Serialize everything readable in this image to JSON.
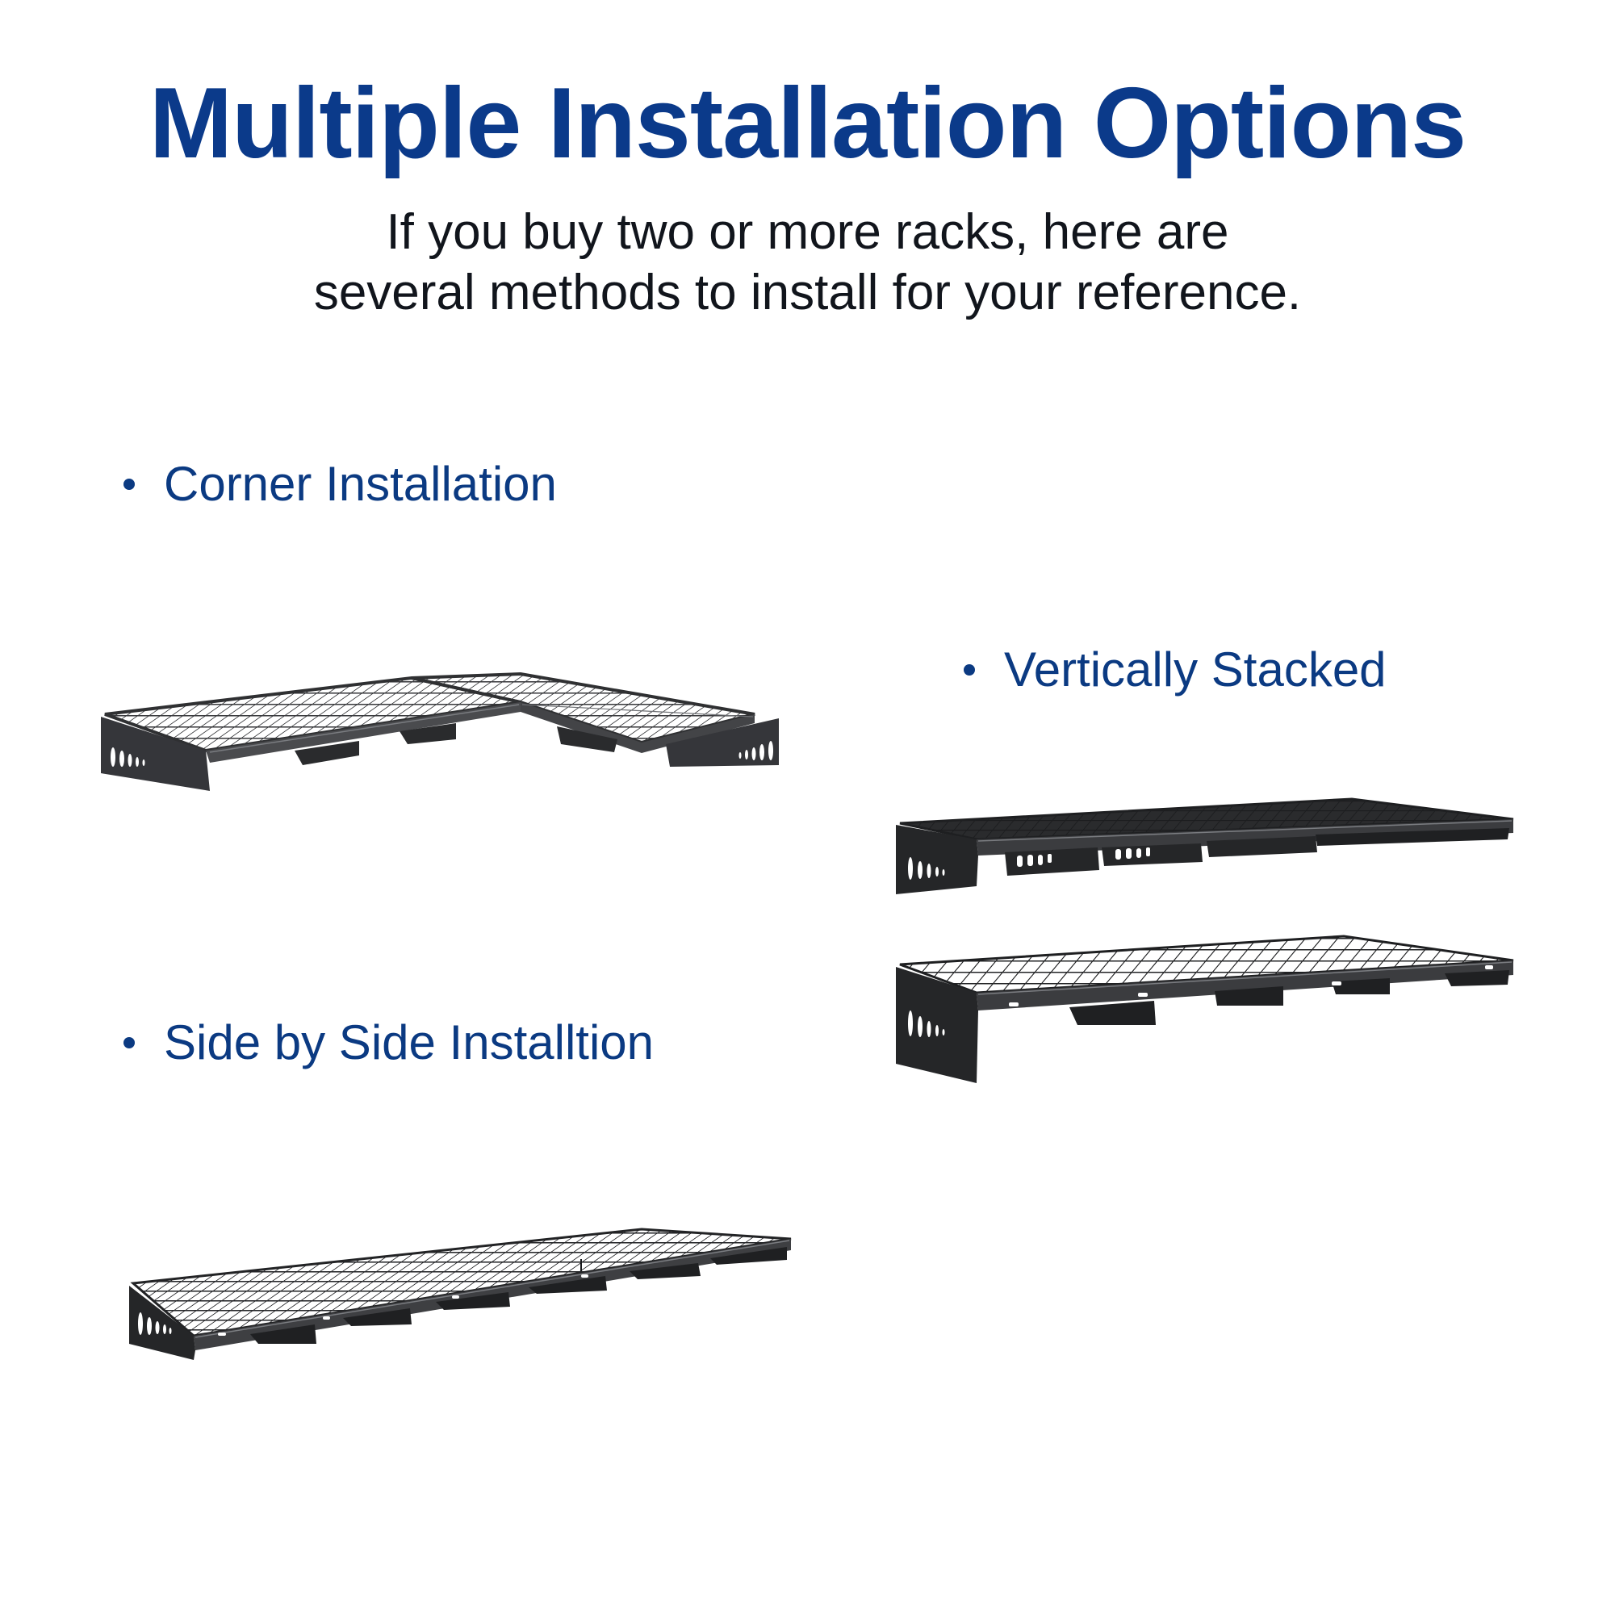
{
  "header": {
    "title": "Multiple Installation Options",
    "subtitle_lines": [
      "If you buy two or more racks, here are",
      "several methods to install for your reference."
    ]
  },
  "options": [
    {
      "label": "Corner Installation",
      "illustration": "corner-installation-racks"
    },
    {
      "label": "Vertically Stacked",
      "illustration": "vertically-stacked-racks"
    },
    {
      "label": "Side by Side Installtion",
      "illustration": "side-by-side-racks"
    }
  ],
  "colors": {
    "title": "#0b3a8a",
    "bullet_text": "#0b3a82",
    "body_text": "#11151c",
    "rack_metal": "#2f3032",
    "rack_highlight": "#6a6c70",
    "background": "#ffffff"
  }
}
